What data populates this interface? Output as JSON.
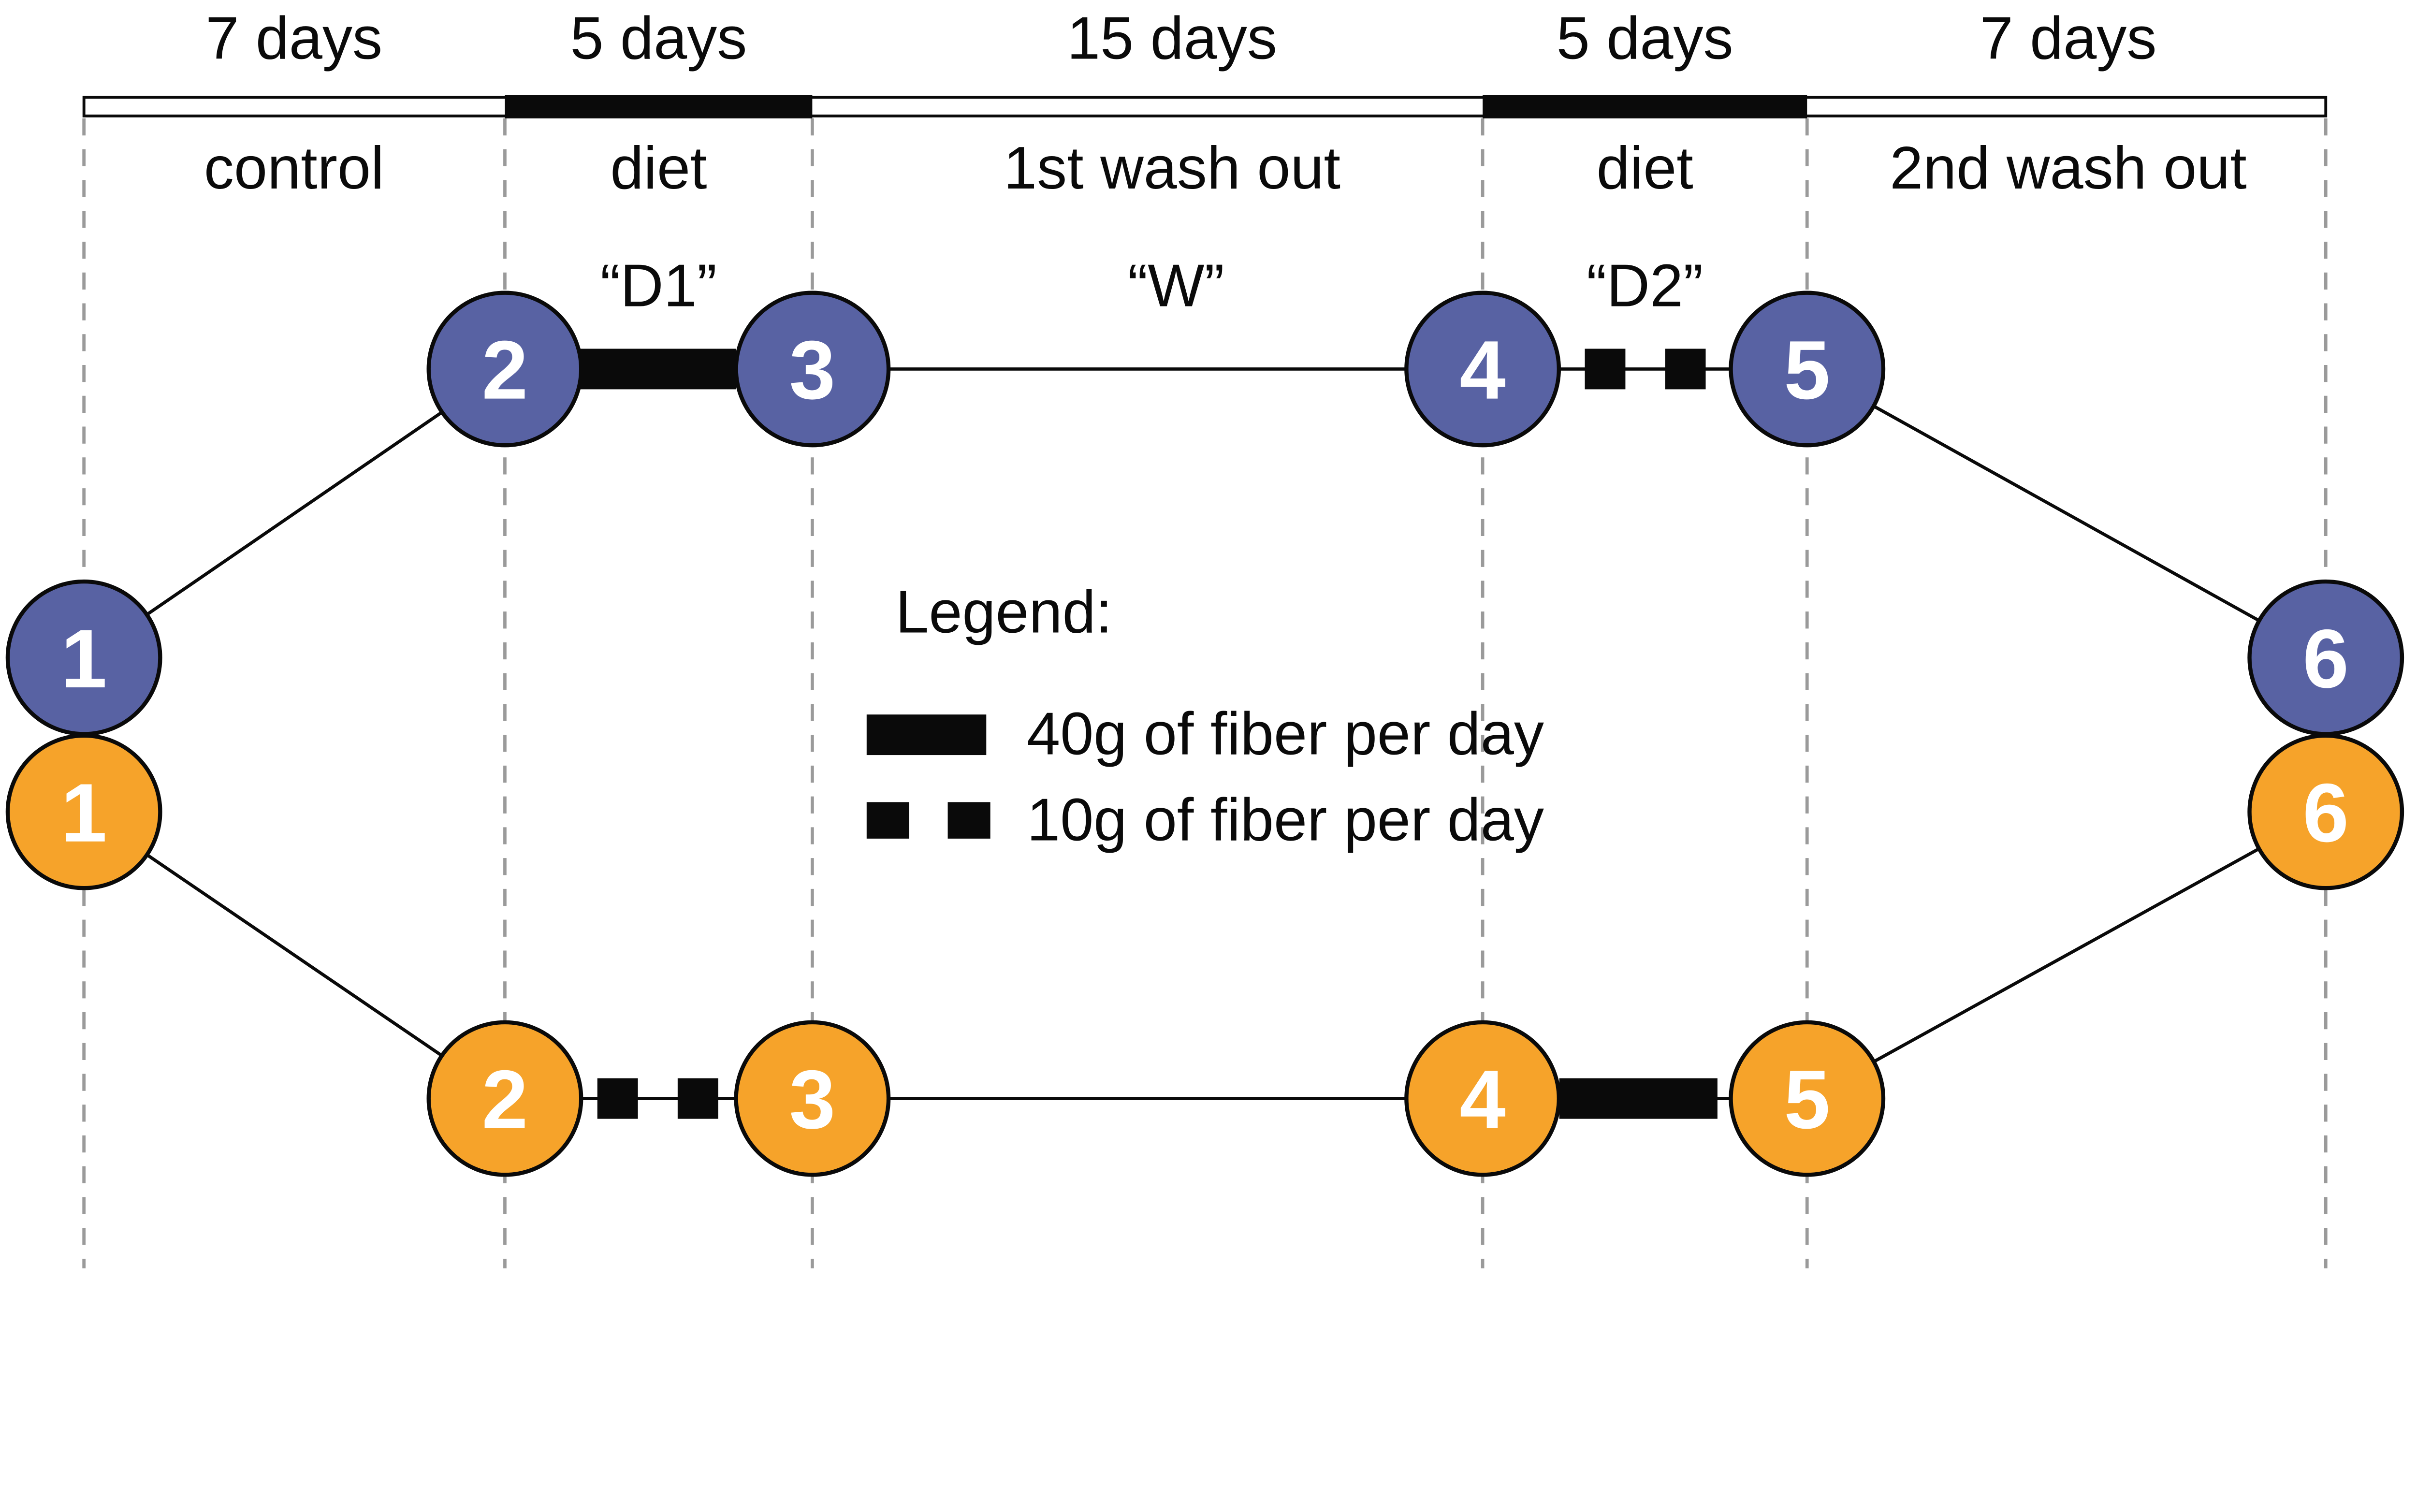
{
  "timeline": {
    "segments": [
      {
        "duration": "7 days",
        "phase": "control"
      },
      {
        "duration": "5 days",
        "phase": "diet",
        "code": "“D1”",
        "fiber": "40g of fiber per day (arm A) / 10g of fiber per day (arm B)"
      },
      {
        "duration": "15 days",
        "phase": "1st wash out",
        "code": "“W”"
      },
      {
        "duration": "5 days",
        "phase": "diet",
        "code": "“D2”",
        "fiber": "10g of fiber per day (arm A) / 40g of fiber per day (arm B)"
      },
      {
        "duration": "7 days",
        "phase": "2nd wash out"
      }
    ]
  },
  "arms": {
    "top": {
      "nodes": [
        "1",
        "2",
        "3",
        "4",
        "5",
        "6"
      ]
    },
    "bottom": {
      "nodes": [
        "1",
        "2",
        "3",
        "4",
        "5",
        "6"
      ]
    }
  },
  "legend": {
    "title": "Legend:",
    "items": [
      {
        "swatch": "solid-thick-bar",
        "label": "40g of fiber per day"
      },
      {
        "swatch": "dashed-thick-bar",
        "label": "10g of fiber per day"
      }
    ]
  },
  "colors": {
    "top_arm": "#5862a3",
    "bottom_arm": "#f6a32a",
    "ink": "#0a0a0a",
    "gridline": "#9a9a9a"
  }
}
